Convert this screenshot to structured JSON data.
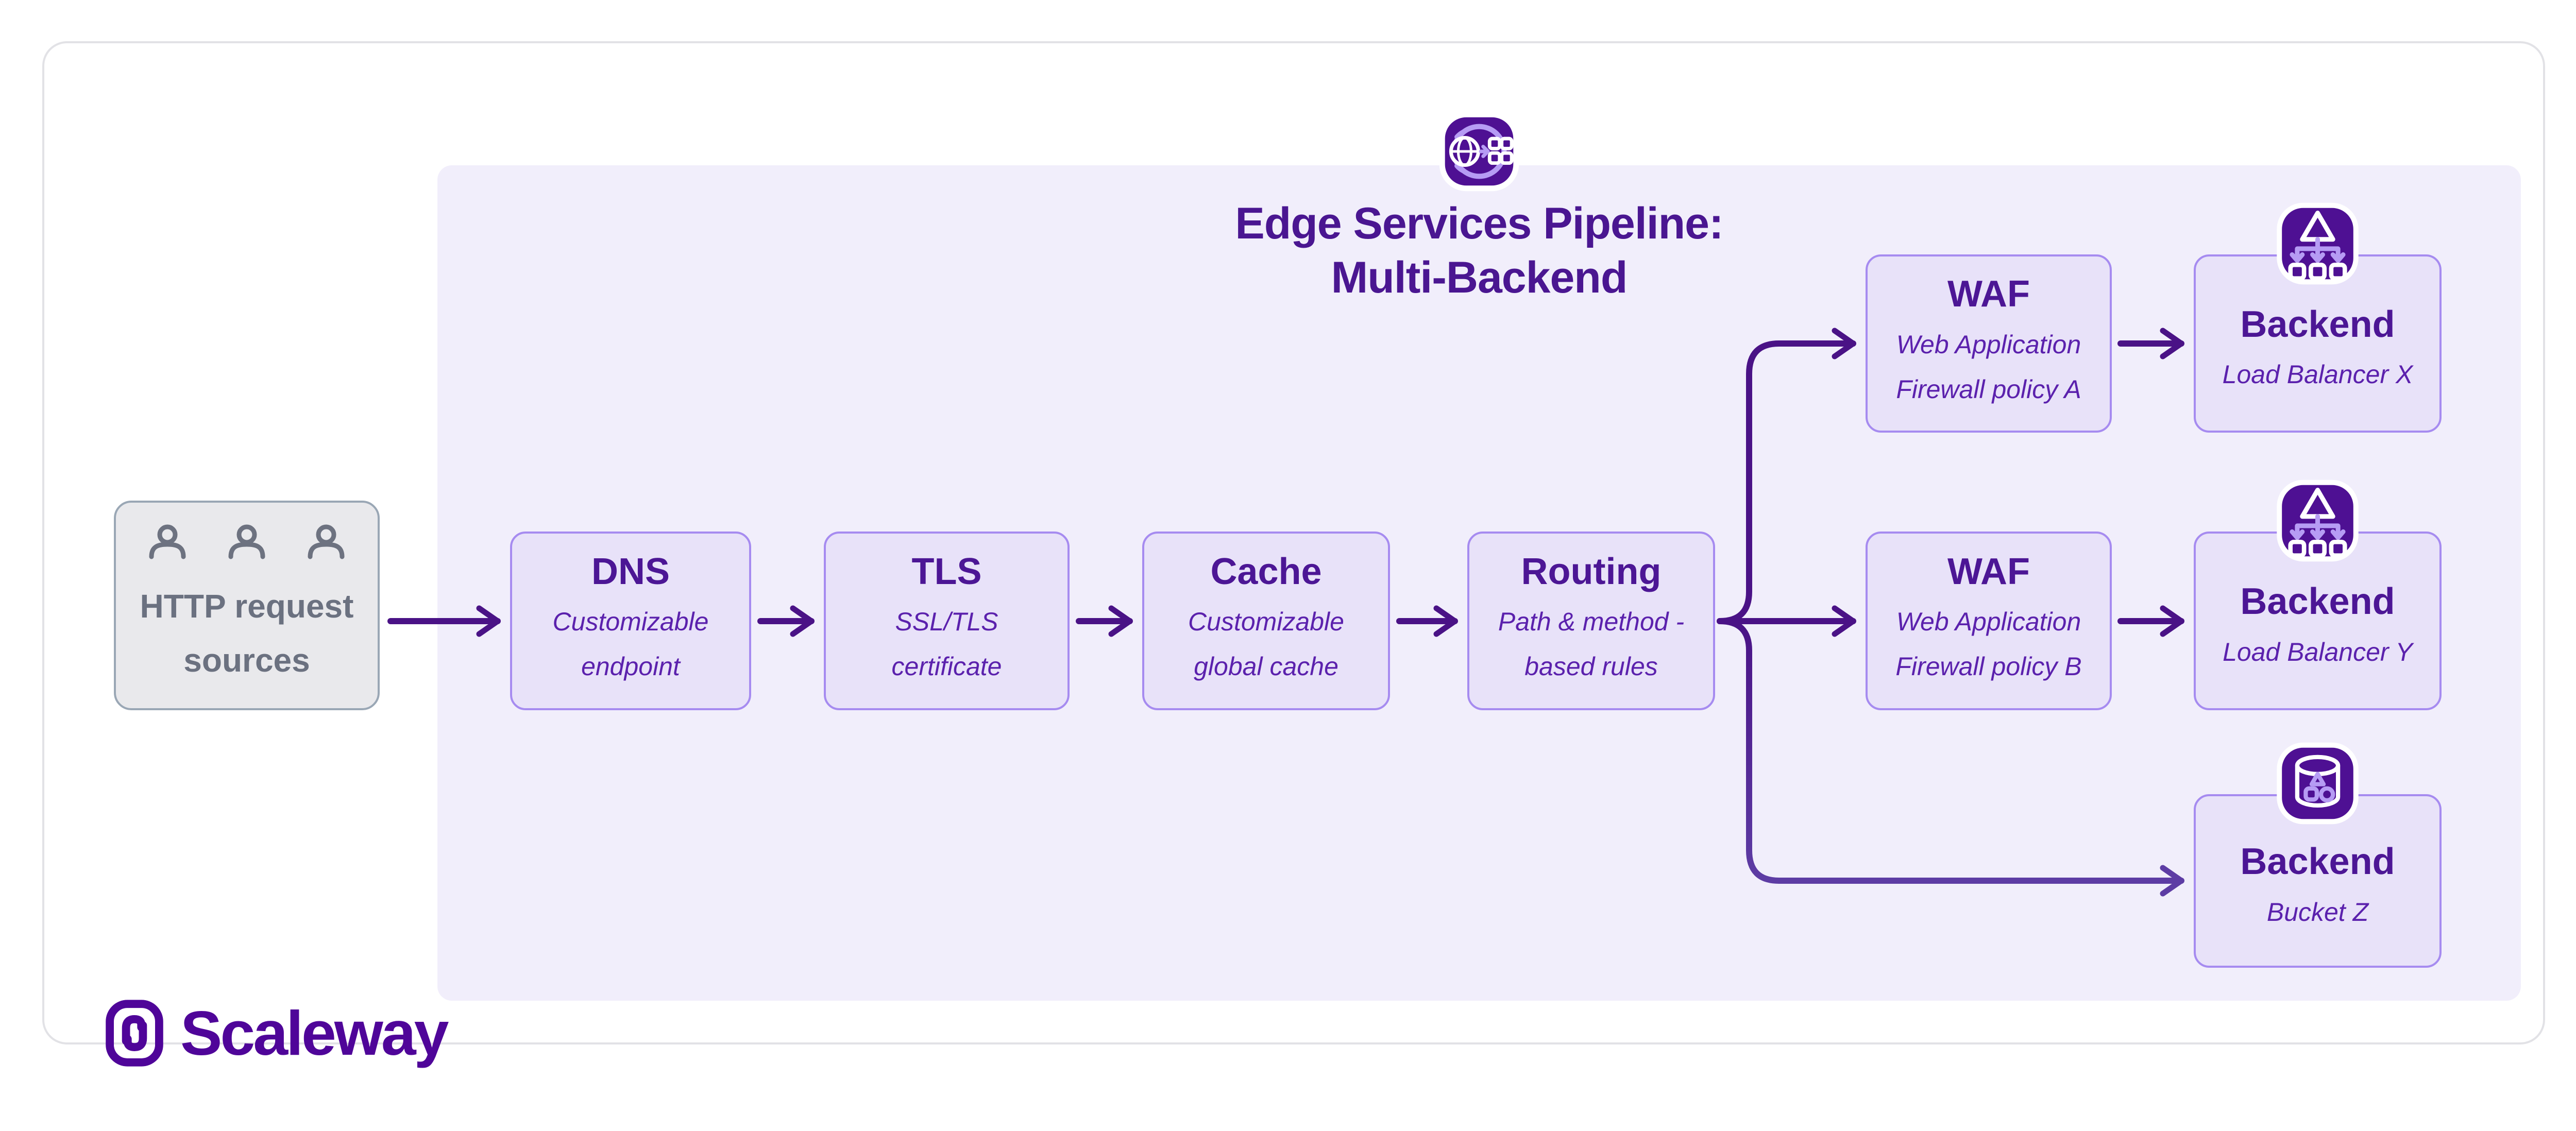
{
  "header": {
    "icon": "edge-services-icon",
    "title_line1": "Edge Services Pipeline:",
    "title_line2": "Multi-Backend"
  },
  "source_box": {
    "icon": "users-icon",
    "label_line1": "HTTP request",
    "label_line2": "sources"
  },
  "pipeline": [
    {
      "title": "DNS",
      "subtitle_lines": [
        "Customizable",
        "endpoint"
      ]
    },
    {
      "title": "TLS",
      "subtitle_lines": [
        "SSL/TLS",
        "certificate"
      ]
    },
    {
      "title": "Cache",
      "subtitle_lines": [
        "Customizable",
        "global cache"
      ]
    },
    {
      "title": "Routing",
      "subtitle_lines": [
        "Path & method -",
        "based rules"
      ]
    }
  ],
  "branches": [
    {
      "waf": {
        "title": "WAF",
        "subtitle_lines": [
          "Web Application",
          "Firewall policy A"
        ]
      },
      "backend": {
        "title": "Backend",
        "subtitle_lines": [
          "Load Balancer X"
        ],
        "icon": "load-balancer-icon"
      }
    },
    {
      "waf": {
        "title": "WAF",
        "subtitle_lines": [
          "Web Application",
          "Firewall policy B"
        ]
      },
      "backend": {
        "title": "Backend",
        "subtitle_lines": [
          "Load Balancer Y"
        ],
        "icon": "load-balancer-icon"
      }
    },
    {
      "backend": {
        "title": "Backend",
        "subtitle_lines": [
          "Bucket Z"
        ],
        "icon": "bucket-icon"
      }
    }
  ],
  "brand": {
    "name": "Scaleway",
    "icon": "scaleway-logo"
  },
  "colors": {
    "brand_purple": "#4f0599",
    "icon_purple": "#4e1093",
    "icon_light_purple": "#b69cf4",
    "title_purple": "#4c1695",
    "subtitle_purple": "#5b21ad",
    "arrow_purple": "#4a1286",
    "arrow_purple_light": "#5d3ca4",
    "node_fill": "#e8e2f9",
    "node_border": "#a68bf0",
    "panel_fill": "#f1eefb",
    "source_fill": "#e9e9ec",
    "source_border": "#9aa7b5",
    "source_text": "#6b7180",
    "card_border": "#e2e2e6"
  }
}
